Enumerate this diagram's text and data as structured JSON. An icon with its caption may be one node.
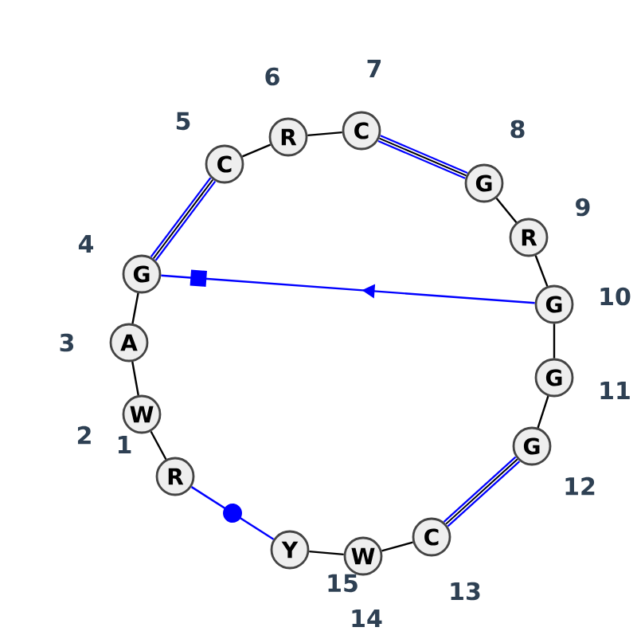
{
  "diagram": {
    "nodes": [
      {
        "text": [
          "R"
        ]
      },
      {
        "text": [
          "W"
        ],
        "beside": [
          "2"
        ]
      },
      {
        "text": [
          "A"
        ],
        "beside": [
          "3"
        ]
      },
      {
        "text": [
          "G"
        ],
        "beside": [
          "4"
        ]
      },
      {
        "text": [
          "C"
        ],
        "beside": [
          "5"
        ]
      },
      {
        "text": [
          "R"
        ],
        "beside": [
          "6"
        ]
      },
      {
        "text": [
          "C"
        ],
        "beside": [
          "7"
        ]
      },
      {
        "text": [
          "G"
        ],
        "beside": [
          "8"
        ]
      },
      {
        "text": [
          "R"
        ],
        "beside": [
          "9"
        ]
      },
      {
        "text": [
          "G"
        ],
        "beside": [
          "10"
        ]
      },
      {
        "text": [
          "G"
        ],
        "beside": [
          "11"
        ]
      },
      {
        "text": [
          "G"
        ],
        "beside": [
          "12"
        ]
      },
      {
        "text": [
          "C"
        ],
        "beside": [
          "13"
        ]
      },
      {
        "text": [
          "W"
        ],
        "beside": [
          "14"
        ]
      },
      {
        "text": [
          "Y"
        ]
      }
    ],
    "labels": [
      "1",
      "15"
    ],
    "edges": [
      {
        "from": 0,
        "to": 1,
        "arrow": "none"
      },
      {
        "from": 1,
        "to": 2,
        "arrow": "none"
      },
      {
        "from": 2,
        "to": 3,
        "arrow": "none"
      },
      {
        "from": 3,
        "to": 4,
        "arrow": "none",
        "style": "thick",
        "color": "#0000ff"
      },
      {
        "from": 4,
        "to": 5,
        "arrow": "none"
      },
      {
        "from": 5,
        "to": 6,
        "arrow": "none"
      },
      {
        "from": 6,
        "to": 7,
        "arrow": "none",
        "style": "thick",
        "color": "#0000ff"
      },
      {
        "from": 7,
        "to": 8,
        "arrow": "none"
      },
      {
        "from": 8,
        "to": 9,
        "arrow": "none"
      },
      {
        "from": 9,
        "to": 10,
        "arrow": "none"
      },
      {
        "from": 10,
        "to": 11,
        "arrow": "none"
      },
      {
        "from": 11,
        "to": 12,
        "arrow": "none",
        "style": "thick",
        "color": "#0000ff"
      },
      {
        "from": 12,
        "to": 13,
        "arrow": "none"
      },
      {
        "from": 13,
        "to": 14,
        "arrow": "none"
      },
      {
        "from": 14,
        "to": 0,
        "arrow": "none",
        "color": "#0000ff"
      },
      {
        "from": 9,
        "to": 3,
        "arrow": "to",
        "color": "#0000ff"
      }
    ]
  }
}
